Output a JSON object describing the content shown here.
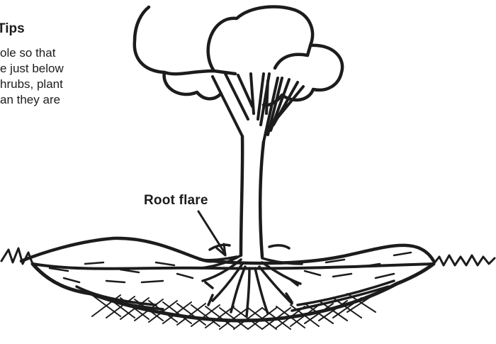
{
  "tips": {
    "title": "Tips",
    "lines": [
      "ole so that",
      "e just below",
      "hrubs,  plant",
      "an they are"
    ]
  },
  "diagram": {
    "callout": "Root flare",
    "colors": {
      "ink": "#1c1c1c",
      "paper": "#ffffff"
    },
    "illustration": "hand-drawn-tree-planting"
  }
}
